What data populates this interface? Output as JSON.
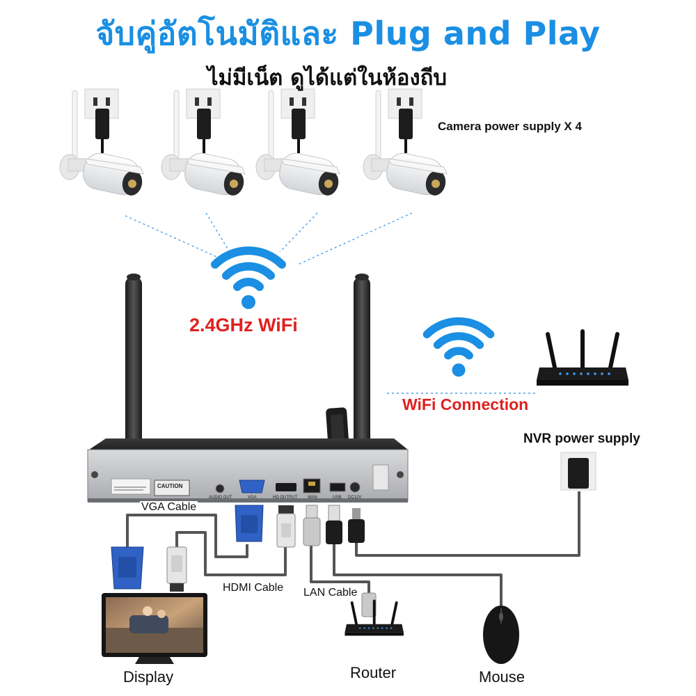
{
  "title": "จับคู่อัตโนมัติและ Plug and Play",
  "subtitle": "ไม่มีเน็ต ดูได้แต่ในห้องถีบ",
  "labels": {
    "camera_power_supply": "Camera power supply X 4",
    "nvr_power_supply": "NVR power supply",
    "wifi_band": "2.4GHz WiFi",
    "wifi_connection": "WiFi Connection",
    "vga_cable": "VGA Cable",
    "hdmi_cable": "HDMI Cable",
    "lan_cable": "LAN Cable",
    "display": "Display",
    "router": "Router",
    "mouse": "Mouse"
  },
  "nvr_ports": {
    "audio_out": "AUDIO OUT",
    "vga": "VGA",
    "hd_output": "HD OUTPUT",
    "wan": "WAN",
    "usb": "USB",
    "dc12v": "DC12V",
    "caution": "CAUTION"
  },
  "colors": {
    "headline": "#1a8fe3",
    "wifi_icon": "#1a8fe3",
    "accent_red": "#e02020",
    "cable": "#555555",
    "vga_blue": "#2f62c4"
  },
  "icons": [
    "wifi-icon",
    "camera-icon",
    "power-plug-icon",
    "router-icon",
    "monitor-icon",
    "mouse-icon",
    "vga-connector-icon",
    "hdmi-connector-icon",
    "lan-connector-icon",
    "usb-connector-icon",
    "dc-connector-icon"
  ]
}
